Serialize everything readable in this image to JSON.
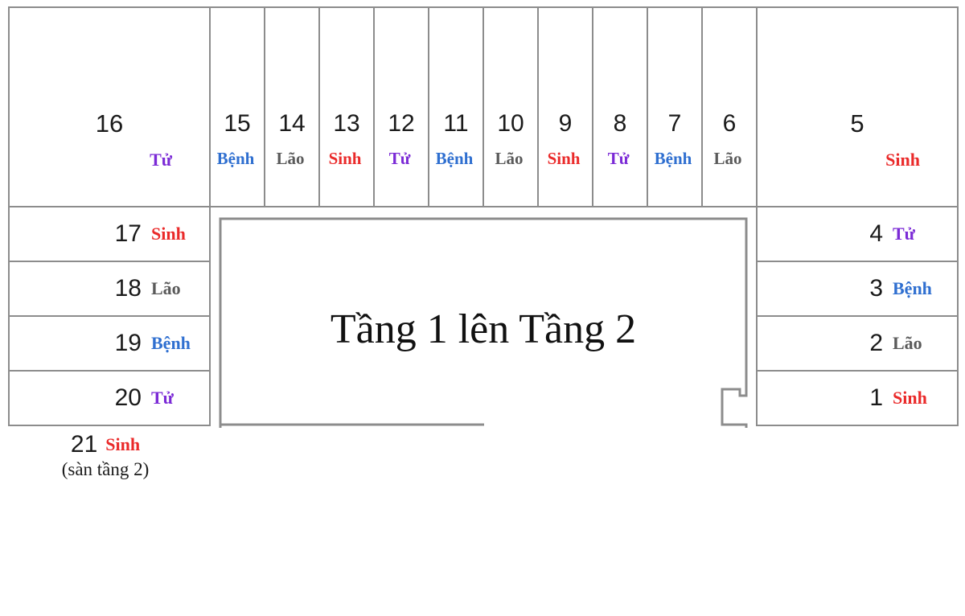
{
  "diagram": {
    "title_center": "Tầng 1 lên Tầng 2",
    "caption21": {
      "number": "21",
      "word": "Sinh",
      "note": "(sàn tầng 2)"
    },
    "colors": {
      "sinh": "#ea2a2a",
      "lao": "#5a5a5a",
      "benh": "#2f6fd0",
      "tu": "#7b2ad6",
      "stroke": "#8c8c8c",
      "number": "#1a1a1a",
      "background": "#ffffff"
    },
    "top_row": [
      {
        "number": "16",
        "word": "Tử",
        "cls": "w-tu"
      },
      {
        "number": "15",
        "word": "Bệnh",
        "cls": "w-benh"
      },
      {
        "number": "14",
        "word": "Lão",
        "cls": "w-lao"
      },
      {
        "number": "13",
        "word": "Sinh",
        "cls": "w-sinh"
      },
      {
        "number": "12",
        "word": "Tử",
        "cls": "w-tu"
      },
      {
        "number": "11",
        "word": "Bệnh",
        "cls": "w-benh"
      },
      {
        "number": "10",
        "word": "Lão",
        "cls": "w-lao"
      },
      {
        "number": "9",
        "word": "Sinh",
        "cls": "w-sinh"
      },
      {
        "number": "8",
        "word": "Tử",
        "cls": "w-tu"
      },
      {
        "number": "7",
        "word": "Bệnh",
        "cls": "w-benh"
      },
      {
        "number": "6",
        "word": "Lão",
        "cls": "w-lao"
      },
      {
        "number": "5",
        "word": "Sinh",
        "cls": "w-sinh"
      }
    ],
    "left_column": [
      {
        "number": "17",
        "word": "Sinh",
        "cls": "w-sinh"
      },
      {
        "number": "18",
        "word": "Lão",
        "cls": "w-lao"
      },
      {
        "number": "19",
        "word": "Bệnh",
        "cls": "w-benh"
      },
      {
        "number": "20",
        "word": "Tử",
        "cls": "w-tu"
      }
    ],
    "right_column": [
      {
        "number": "4",
        "word": "Tử",
        "cls": "w-tu"
      },
      {
        "number": "3",
        "word": "Bệnh",
        "cls": "w-benh"
      },
      {
        "number": "2",
        "word": "Lão",
        "cls": "w-lao"
      },
      {
        "number": "1",
        "word": "Sinh",
        "cls": "w-sinh"
      }
    ]
  }
}
